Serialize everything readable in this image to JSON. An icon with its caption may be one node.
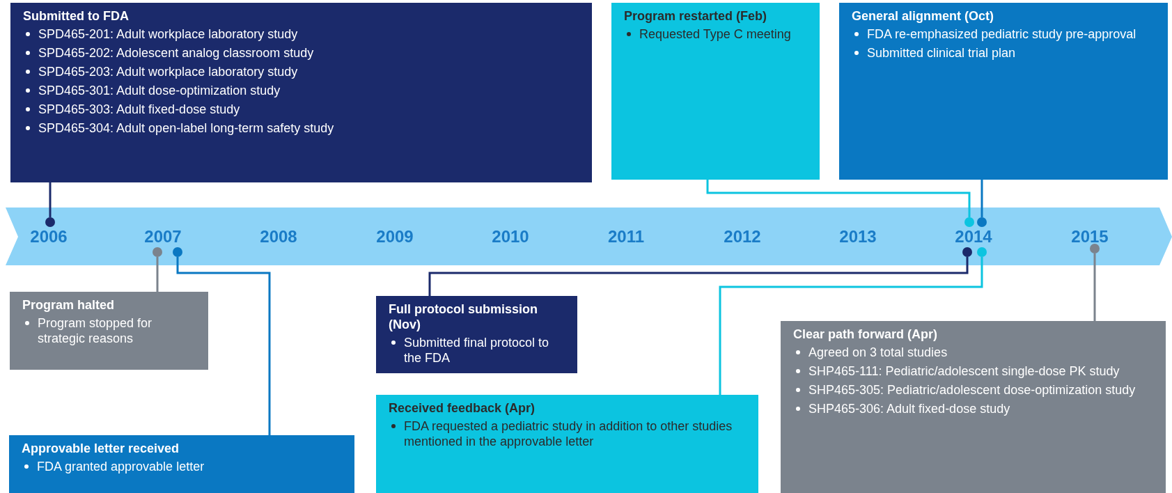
{
  "diagram": {
    "nodes": [
      {
        "text": [
          "Submitted to FDA",
          "SPD465-201: Adult workplace laboratory study",
          "SPD465-202: Adolescent analog classroom study",
          "SPD465-203: Adult workplace laboratory study",
          "SPD465-301: Adult dose-optimization study",
          "SPD465-303: Adult fixed-dose study",
          "SPD465-304: Adult open-label long-term safety study"
        ]
      },
      {
        "text": [
          "Program restarted (Feb)",
          "Requested Type C meeting"
        ]
      },
      {
        "text": [
          "General alignment (Oct)",
          "FDA re-emphasized pediatric study pre-approval",
          "Submitted clinical trial plan"
        ]
      },
      {
        "text": [],
        "shape": "circle"
      },
      {
        "text": [],
        "shape": "circle"
      },
      {
        "text": [],
        "shape": "circle"
      },
      {
        "text": [],
        "shape": "circle"
      },
      {
        "text": [],
        "shape": "circle"
      },
      {
        "text": [],
        "shape": "circle"
      },
      {
        "text": [],
        "shape": "circle"
      },
      {
        "text": [],
        "shape": "circle"
      },
      {
        "text": [
          "Program halted",
          "Program stopped for strategic reasons"
        ]
      },
      {
        "text": [
          "Full protocol submission (Nov)",
          "Submitted final protocol to the FDA"
        ]
      },
      {
        "text": [
          "Received feedback (Apr)",
          "FDA requested a pediatric study in addition to other studies mentioned in the approvable letter"
        ]
      },
      {
        "text": [
          "Clear path forward (Apr)",
          "Agreed on 3 total studies",
          "SHP465-111: Pediatric/adolescent single-dose PK study",
          "SHP465-305: Pediatric/adolescent dose-optimization study",
          "SHP465-306: Adult fixed-dose study"
        ]
      },
      {
        "text": [
          "Approvable letter received",
          "FDA granted approvable letter"
        ]
      }
    ],
    "edges": [
      {
        "from": 0,
        "to": 3,
        "arrow": "none",
        "color": "#1b2a6b"
      },
      {
        "from": 1,
        "to": 4,
        "arrow": "none",
        "color": "#0cc4e0"
      },
      {
        "from": 2,
        "to": 5,
        "arrow": "none",
        "color": "#0a78c2"
      },
      {
        "from": 11,
        "to": 6,
        "arrow": "none",
        "color": "#7b838d"
      },
      {
        "from": 15,
        "to": 7,
        "arrow": "none",
        "color": "#0a78c2"
      },
      {
        "from": 12,
        "to": 8,
        "arrow": "none",
        "color": "#1b2a6b"
      },
      {
        "from": 13,
        "to": 9,
        "arrow": "none",
        "color": "#0cc4e0"
      },
      {
        "from": 14,
        "to": 10,
        "arrow": "none",
        "color": "#7b838d"
      }
    ],
    "labels": [
      "2006",
      "2007",
      "2008",
      "2009",
      "2010",
      "2011",
      "2012",
      "2013",
      "2014",
      "2015"
    ]
  }
}
